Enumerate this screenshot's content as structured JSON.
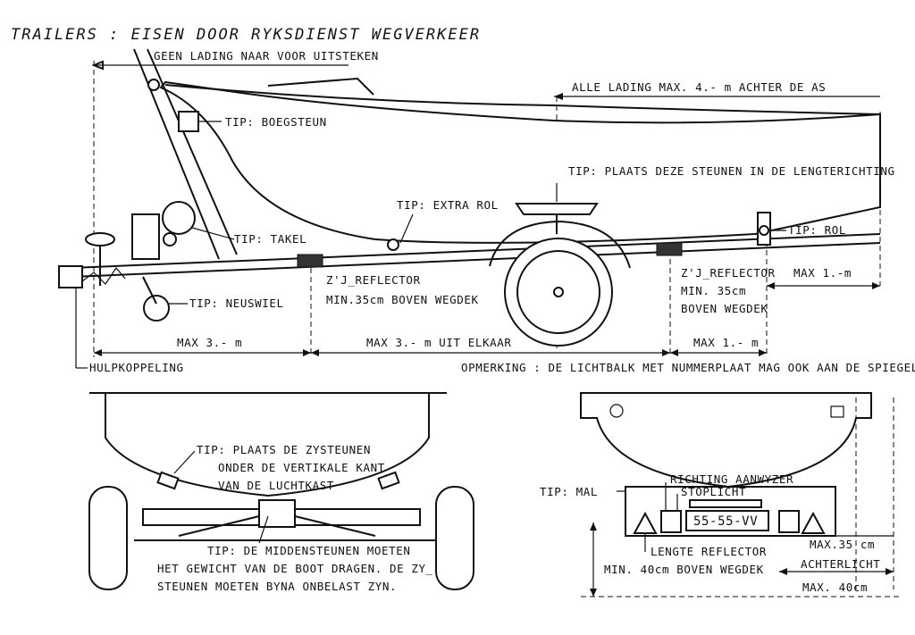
{
  "title": "TRAILERS : EISEN DOOR RYKSDIENST WEGVERKEER",
  "side_view": {
    "geen_lading": "GEEN LADING NAAR VOOR UITSTEKEN",
    "alle_lading": "ALLE LADING MAX. 4.- m ACHTER DE AS",
    "tip_boegsteun": "TIP: BOEGSTEUN",
    "tip_plaats": "TIP: PLAATS DEZE STEUNEN IN DE LENGTERICHTING",
    "tip_extra_rol": "TIP: EXTRA ROL",
    "tip_takel": "TIP: TAKEL",
    "tip_rol": "TIP: ROL",
    "zij_reflector_1": "Z'J_REFLECTOR",
    "min35_1": "MIN.35cm BOVEN WEGDEK",
    "zij_reflector_2": "Z'J_REFLECTOR",
    "min35_2a": "MIN. 35cm",
    "min35_2b": "BOVEN WEGDEK",
    "max1_right": "MAX 1.-m",
    "tip_neuswiel": "TIP: NEUSWIEL",
    "max3": "MAX 3.- m",
    "max3_uit": "MAX 3.- m UIT ELKAAR",
    "max1_bottom": "MAX 1.- m",
    "hulpkoppeling": "HULPKOPPELING",
    "opmerking": "OPMERKING : DE LICHTBALK MET NUMMERPLAAT MAG OOK AAN DE SPIEGEL"
  },
  "front_view": {
    "tip_zijsteunen_1": "TIP: PLAATS DE ZYSTEUNEN",
    "tip_zijsteunen_2": "ONDER DE VERTIKALE KANT",
    "tip_zijsteunen_3": "VAN DE LUCHTKAST",
    "tip_midden_1": "TIP: DE MIDDENSTEUNEN MOETEN",
    "tip_midden_2": "HET GEWICHT VAN DE BOOT DRAGEN. DE ZY_",
    "tip_midden_3": "STEUNEN MOETEN BYNA ONBELAST ZYN."
  },
  "rear_view": {
    "tip_mal": "TIP: MAL",
    "richting": "RICHTING AANWYZER",
    "stoplicht": "STOPLICHT",
    "plate": "55-55-VV",
    "lengte_reflector": "LENGTE REFLECTOR",
    "min40": "MIN. 40cm BOVEN WEGDEK",
    "max35": "MAX.35 cm",
    "achterlicht": "ACHTERLICHT",
    "max40": "MAX. 40cm"
  }
}
